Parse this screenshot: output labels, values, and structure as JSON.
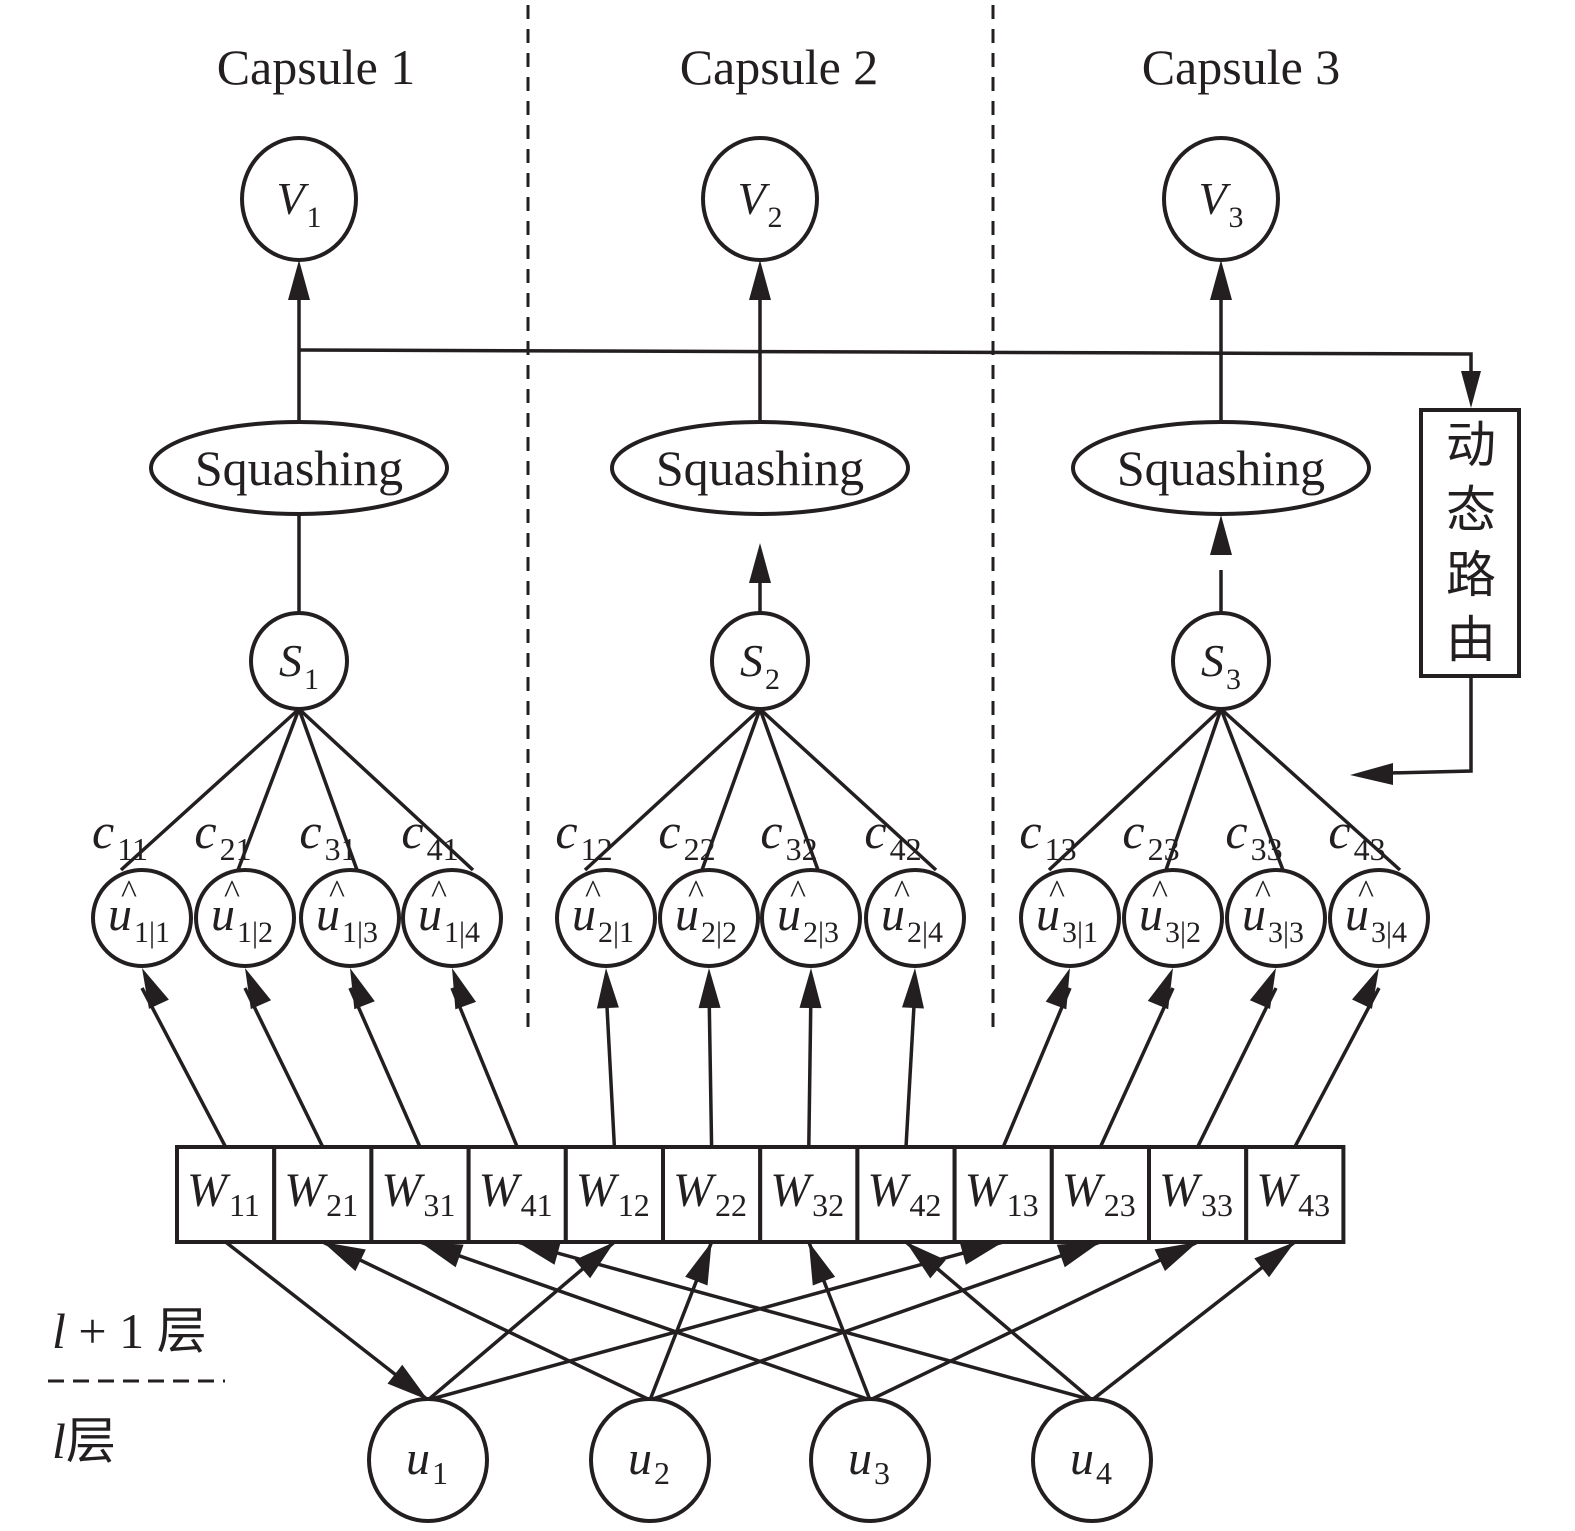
{
  "capsules": [
    {
      "title": "Capsule 1",
      "v_sym": "V",
      "v_sub": "1",
      "squash": "Squashing",
      "s_sym": "S",
      "s_sub": "1",
      "c": [
        {
          "sym": "c",
          "sub": "11"
        },
        {
          "sym": "c",
          "sub": "21"
        },
        {
          "sym": "c",
          "sub": "31"
        },
        {
          "sym": "c",
          "sub": "41"
        }
      ],
      "u_hat": [
        {
          "sym": "u",
          "sub": "1|1"
        },
        {
          "sym": "u",
          "sub": "1|2"
        },
        {
          "sym": "u",
          "sub": "1|3"
        },
        {
          "sym": "u",
          "sub": "1|4"
        }
      ]
    },
    {
      "title": "Capsule 2",
      "v_sym": "V",
      "v_sub": "2",
      "squash": "Squashing",
      "s_sym": "S",
      "s_sub": "2",
      "c": [
        {
          "sym": "c",
          "sub": "12"
        },
        {
          "sym": "c",
          "sub": "22"
        },
        {
          "sym": "c",
          "sub": "32"
        },
        {
          "sym": "c",
          "sub": "42"
        }
      ],
      "u_hat": [
        {
          "sym": "u",
          "sub": "2|1"
        },
        {
          "sym": "u",
          "sub": "2|2"
        },
        {
          "sym": "u",
          "sub": "2|3"
        },
        {
          "sym": "u",
          "sub": "2|4"
        }
      ]
    },
    {
      "title": "Capsule 3",
      "v_sym": "V",
      "v_sub": "3",
      "squash": "Squashing",
      "s_sym": "S",
      "s_sub": "3",
      "c": [
        {
          "sym": "c",
          "sub": "13"
        },
        {
          "sym": "c",
          "sub": "23"
        },
        {
          "sym": "c",
          "sub": "33"
        },
        {
          "sym": "c",
          "sub": "43"
        }
      ],
      "u_hat": [
        {
          "sym": "u",
          "sub": "3|1"
        },
        {
          "sym": "u",
          "sub": "3|2"
        },
        {
          "sym": "u",
          "sub": "3|3"
        },
        {
          "sym": "u",
          "sub": "3|4"
        }
      ]
    }
  ],
  "hat_glyph": "^",
  "routing_box": {
    "chars": [
      "动",
      "态",
      "路",
      "由"
    ]
  },
  "weights": [
    {
      "sym": "W",
      "sub": "11"
    },
    {
      "sym": "W",
      "sub": "21"
    },
    {
      "sym": "W",
      "sub": "31"
    },
    {
      "sym": "W",
      "sub": "41"
    },
    {
      "sym": "W",
      "sub": "12"
    },
    {
      "sym": "W",
      "sub": "22"
    },
    {
      "sym": "W",
      "sub": "32"
    },
    {
      "sym": "W",
      "sub": "42"
    },
    {
      "sym": "W",
      "sub": "13"
    },
    {
      "sym": "W",
      "sub": "23"
    },
    {
      "sym": "W",
      "sub": "33"
    },
    {
      "sym": "W",
      "sub": "43"
    }
  ],
  "inputs": [
    {
      "sym": "u",
      "sub": "1"
    },
    {
      "sym": "u",
      "sub": "2"
    },
    {
      "sym": "u",
      "sub": "3"
    },
    {
      "sym": "u",
      "sub": "4"
    }
  ],
  "layers": {
    "upper": {
      "var": "l",
      "rest": " + 1 层"
    },
    "lower": {
      "var": "l",
      "rest": "层"
    }
  }
}
